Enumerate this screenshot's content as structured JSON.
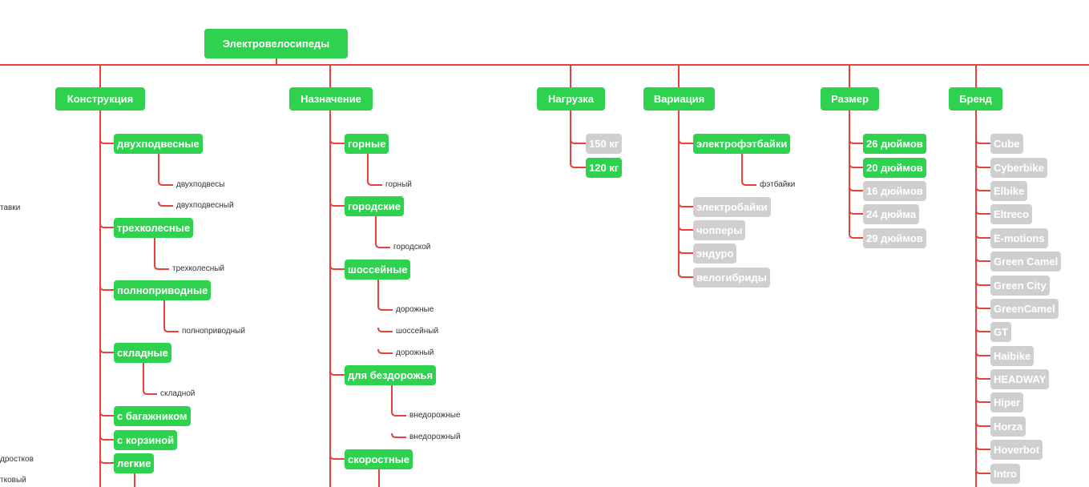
{
  "root": "Электровелосипеды",
  "edge_labels": [
    "тавки",
    "дростков",
    "тковый"
  ],
  "categories": {
    "construction": {
      "label": "Конструкция",
      "items": [
        {
          "label": "двухподвесные",
          "keywords": [
            "двухподвесы",
            "двухподвесный"
          ]
        },
        {
          "label": "трехколесные",
          "keywords": [
            "трехколесный"
          ]
        },
        {
          "label": "полноприводные",
          "keywords": [
            "полноприводный"
          ]
        },
        {
          "label": "складные",
          "keywords": [
            "складной"
          ]
        },
        {
          "label": "с багажником",
          "keywords": []
        },
        {
          "label": "с корзиной",
          "keywords": []
        },
        {
          "label": "легкие",
          "keywords": []
        }
      ]
    },
    "purpose": {
      "label": "Назначение",
      "items": [
        {
          "label": "горные",
          "keywords": [
            "горный"
          ]
        },
        {
          "label": "городские",
          "keywords": [
            "городской"
          ]
        },
        {
          "label": "шоссейные",
          "keywords": [
            "дорожные",
            "шоссейный",
            "дорожный"
          ]
        },
        {
          "label": "для бездорожья",
          "keywords": [
            "внедорожные",
            "внедорожный"
          ]
        },
        {
          "label": "скоростные",
          "keywords": []
        }
      ]
    },
    "load": {
      "label": "Нагрузка",
      "items": [
        {
          "label": "150 кг",
          "active": false
        },
        {
          "label": "120 кг",
          "active": true
        }
      ]
    },
    "variation": {
      "label": "Вариация",
      "items": [
        {
          "label": "электрофэтбайки",
          "active": true,
          "keywords": [
            "фэтбайки"
          ]
        },
        {
          "label": "электробайки",
          "active": false
        },
        {
          "label": "чопперы",
          "active": false
        },
        {
          "label": "эндуро",
          "active": false
        },
        {
          "label": "велогибриды",
          "active": false
        }
      ]
    },
    "size": {
      "label": "Размер",
      "items": [
        {
          "label": "26 дюймов",
          "active": true
        },
        {
          "label": "20 дюймов",
          "active": true
        },
        {
          "label": "16 дюймов",
          "active": false
        },
        {
          "label": "24 дюйма",
          "active": false
        },
        {
          "label": "29 дюймов",
          "active": false
        }
      ]
    },
    "brand": {
      "label": "Бренд",
      "items": [
        "Cube",
        "Cyberbike",
        "Elbike",
        "Eltreco",
        "E-motions",
        "Green Camel",
        "Green City",
        "GreenCamel",
        "GT",
        "Haibike",
        "HEADWAY",
        "Hiper",
        "Horza",
        "Hoverbot",
        "Intro"
      ]
    }
  },
  "colors": {
    "active_node": "#2ed24e",
    "inactive_node": "#cfcfcf",
    "connector": "#e8413c",
    "leaf_text": "#333333"
  }
}
